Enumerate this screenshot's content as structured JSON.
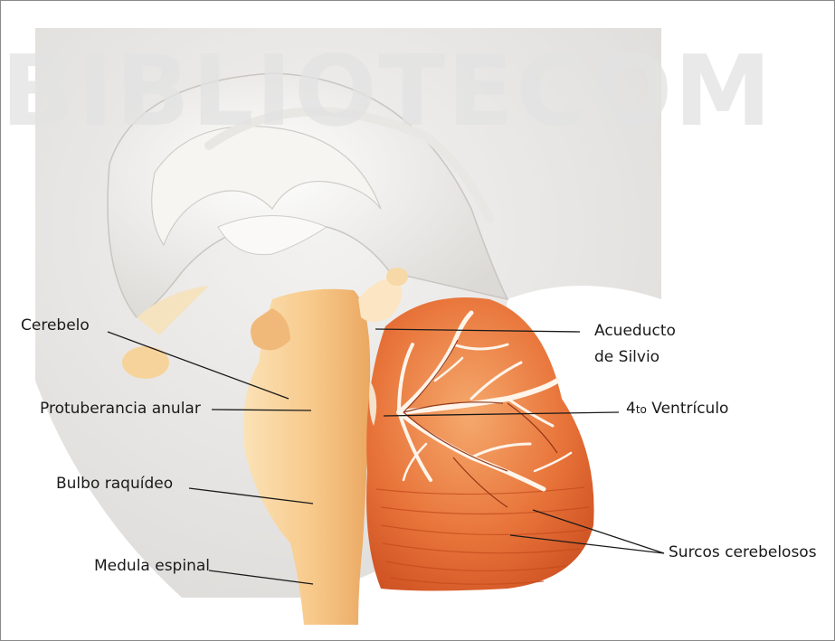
{
  "watermark": "BIBLIOTECOM",
  "labels": {
    "cerebelo": "Cerebelo",
    "protuberancia": "Protuberancia anular",
    "bulbo": "Bulbo raquídeo",
    "medula": "Medula espinal",
    "acueducto_line1": "Acueducto",
    "acueducto_line2": "de Silvio",
    "ventriculo_num": "4",
    "ventriculo_sup": "to",
    "ventriculo_word": "Ventrículo",
    "surcos": "Surcos cerebelosos"
  },
  "colors": {
    "background_shade": "#e7e5e2",
    "brain_white": "#f4f3f0",
    "brainstem": "#f7c98a",
    "cerebellum": "#e8743a",
    "leader_line": "#1a1a1a"
  }
}
